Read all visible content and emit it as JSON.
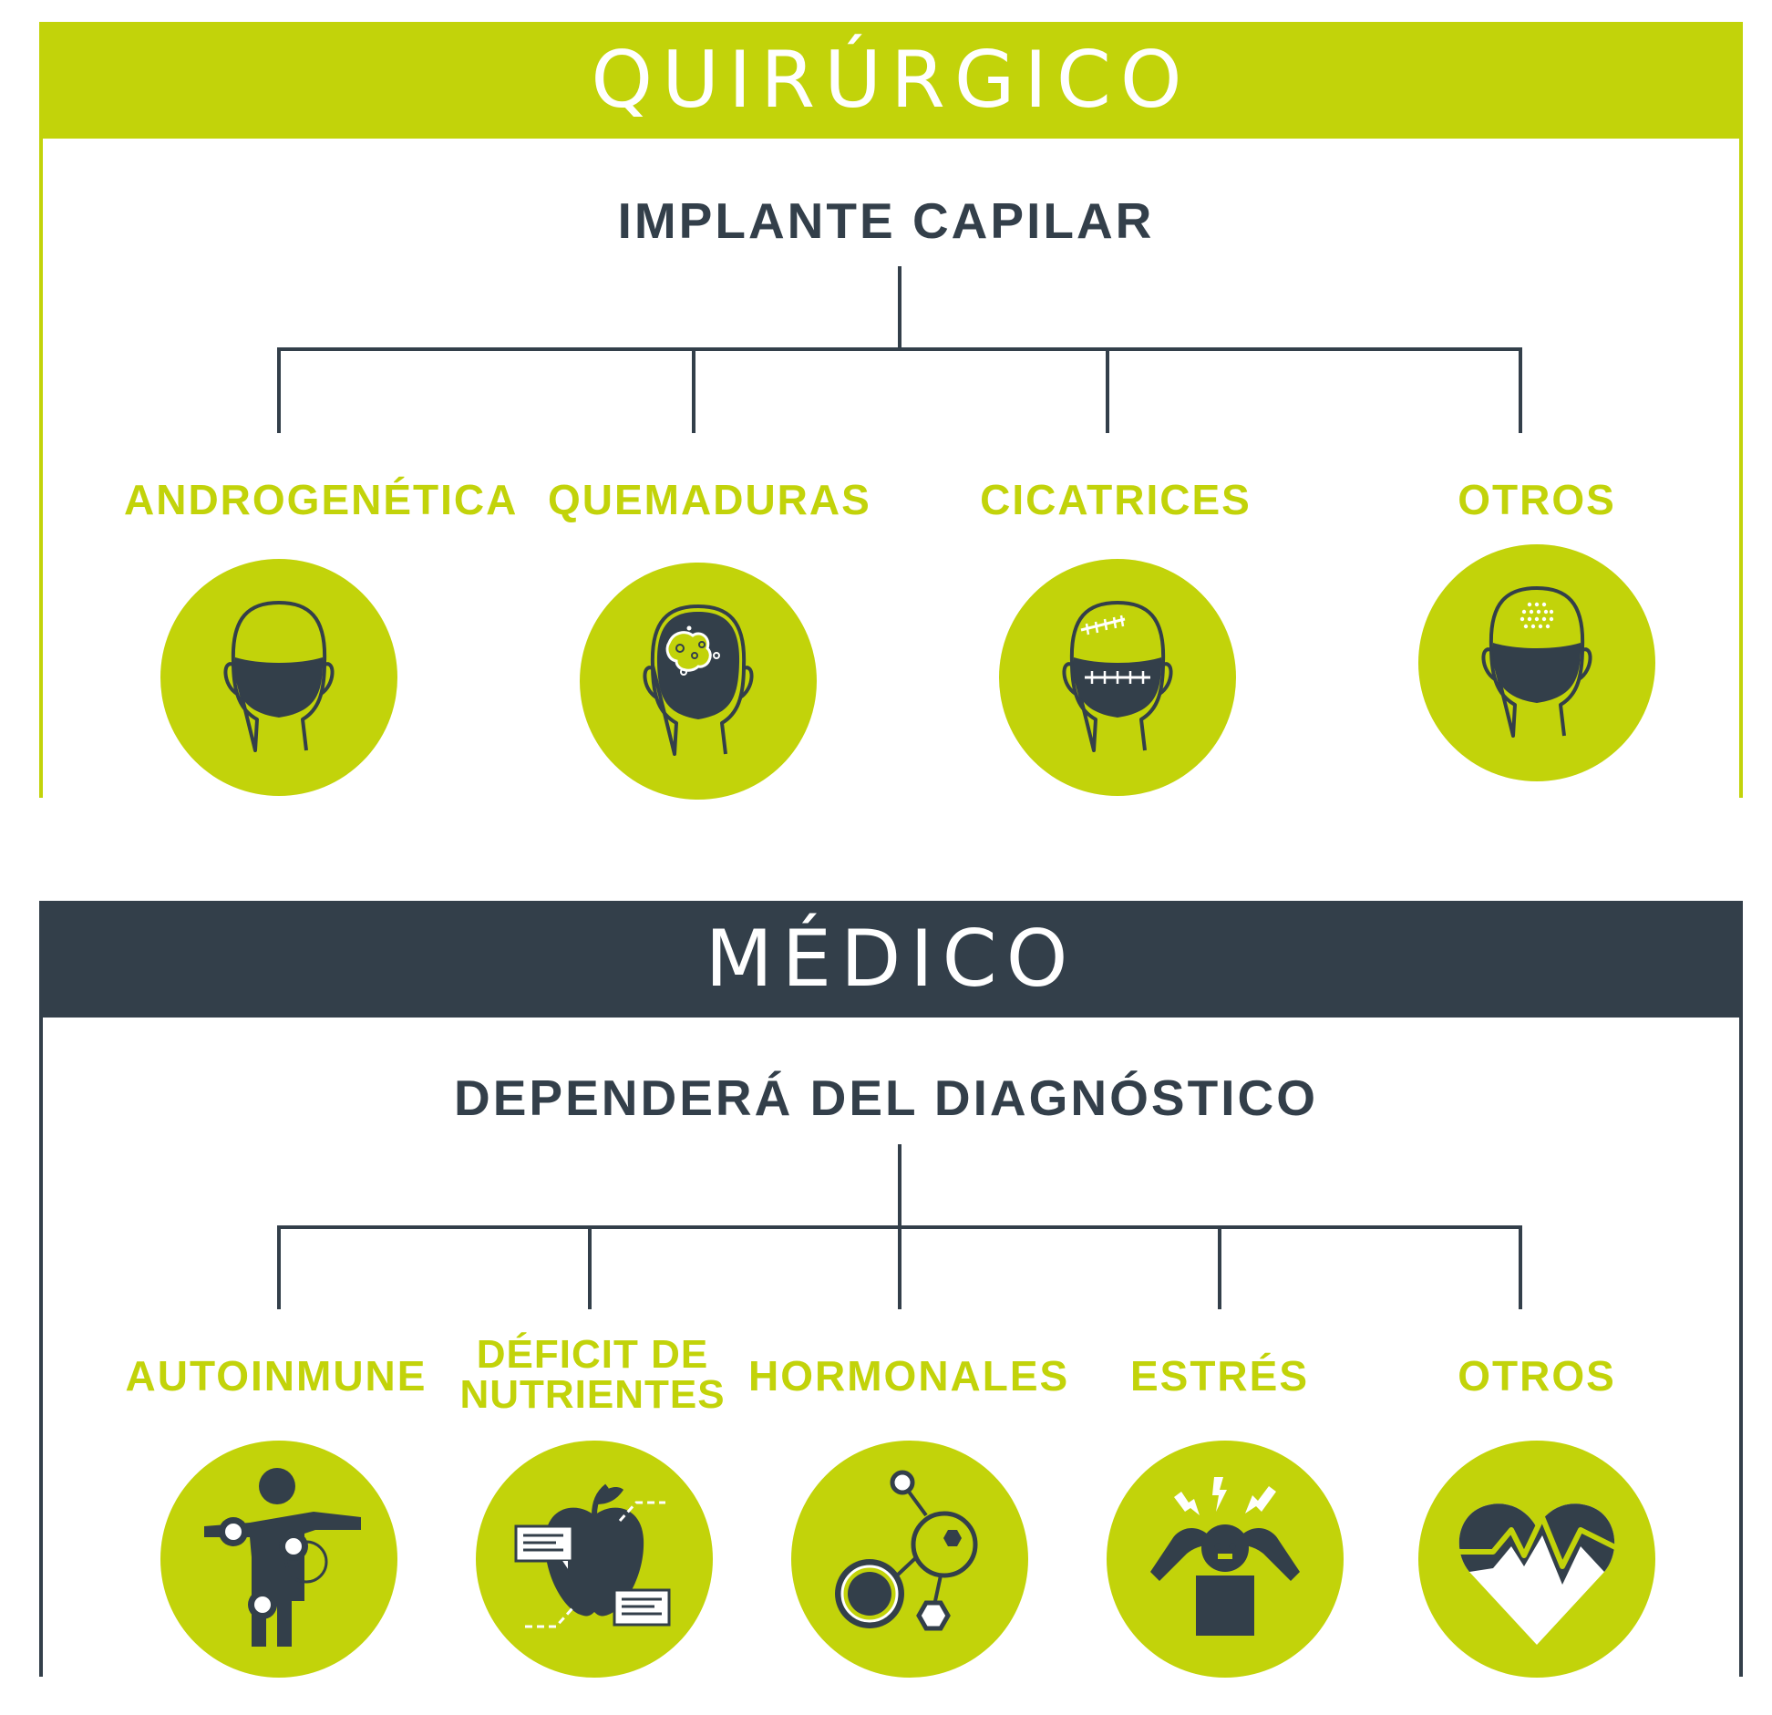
{
  "colors": {
    "accent": "#c2d30a",
    "dark": "#333f4a",
    "background": "#ffffff"
  },
  "quirurgico": {
    "title": "QUIRÚRGICO",
    "subtitle": "IMPLANTE CAPILAR",
    "items": [
      {
        "label": "ANDROGENÉTICA",
        "icon": "head-androgenetic-icon"
      },
      {
        "label": "QUEMADURAS",
        "icon": "head-burn-icon"
      },
      {
        "label": "CICATRICES",
        "icon": "head-scar-icon"
      },
      {
        "label": "OTROS",
        "icon": "head-other-icon"
      }
    ]
  },
  "medico": {
    "title": "MÉDICO",
    "subtitle": "DEPENDERÁ DEL DIAGNÓSTICO",
    "items": [
      {
        "label": "AUTOINMUNE",
        "icon": "body-joints-icon"
      },
      {
        "label": "DÉFICIT DE NUTRIENTES",
        "label_line1": "DÉFICIT DE",
        "label_line2": "NUTRIENTES",
        "icon": "apple-nutrients-icon"
      },
      {
        "label": "HORMONALES",
        "icon": "molecule-icon"
      },
      {
        "label": "ESTRÉS",
        "icon": "stressed-person-icon"
      },
      {
        "label": "OTROS",
        "icon": "heart-icon"
      }
    ]
  }
}
